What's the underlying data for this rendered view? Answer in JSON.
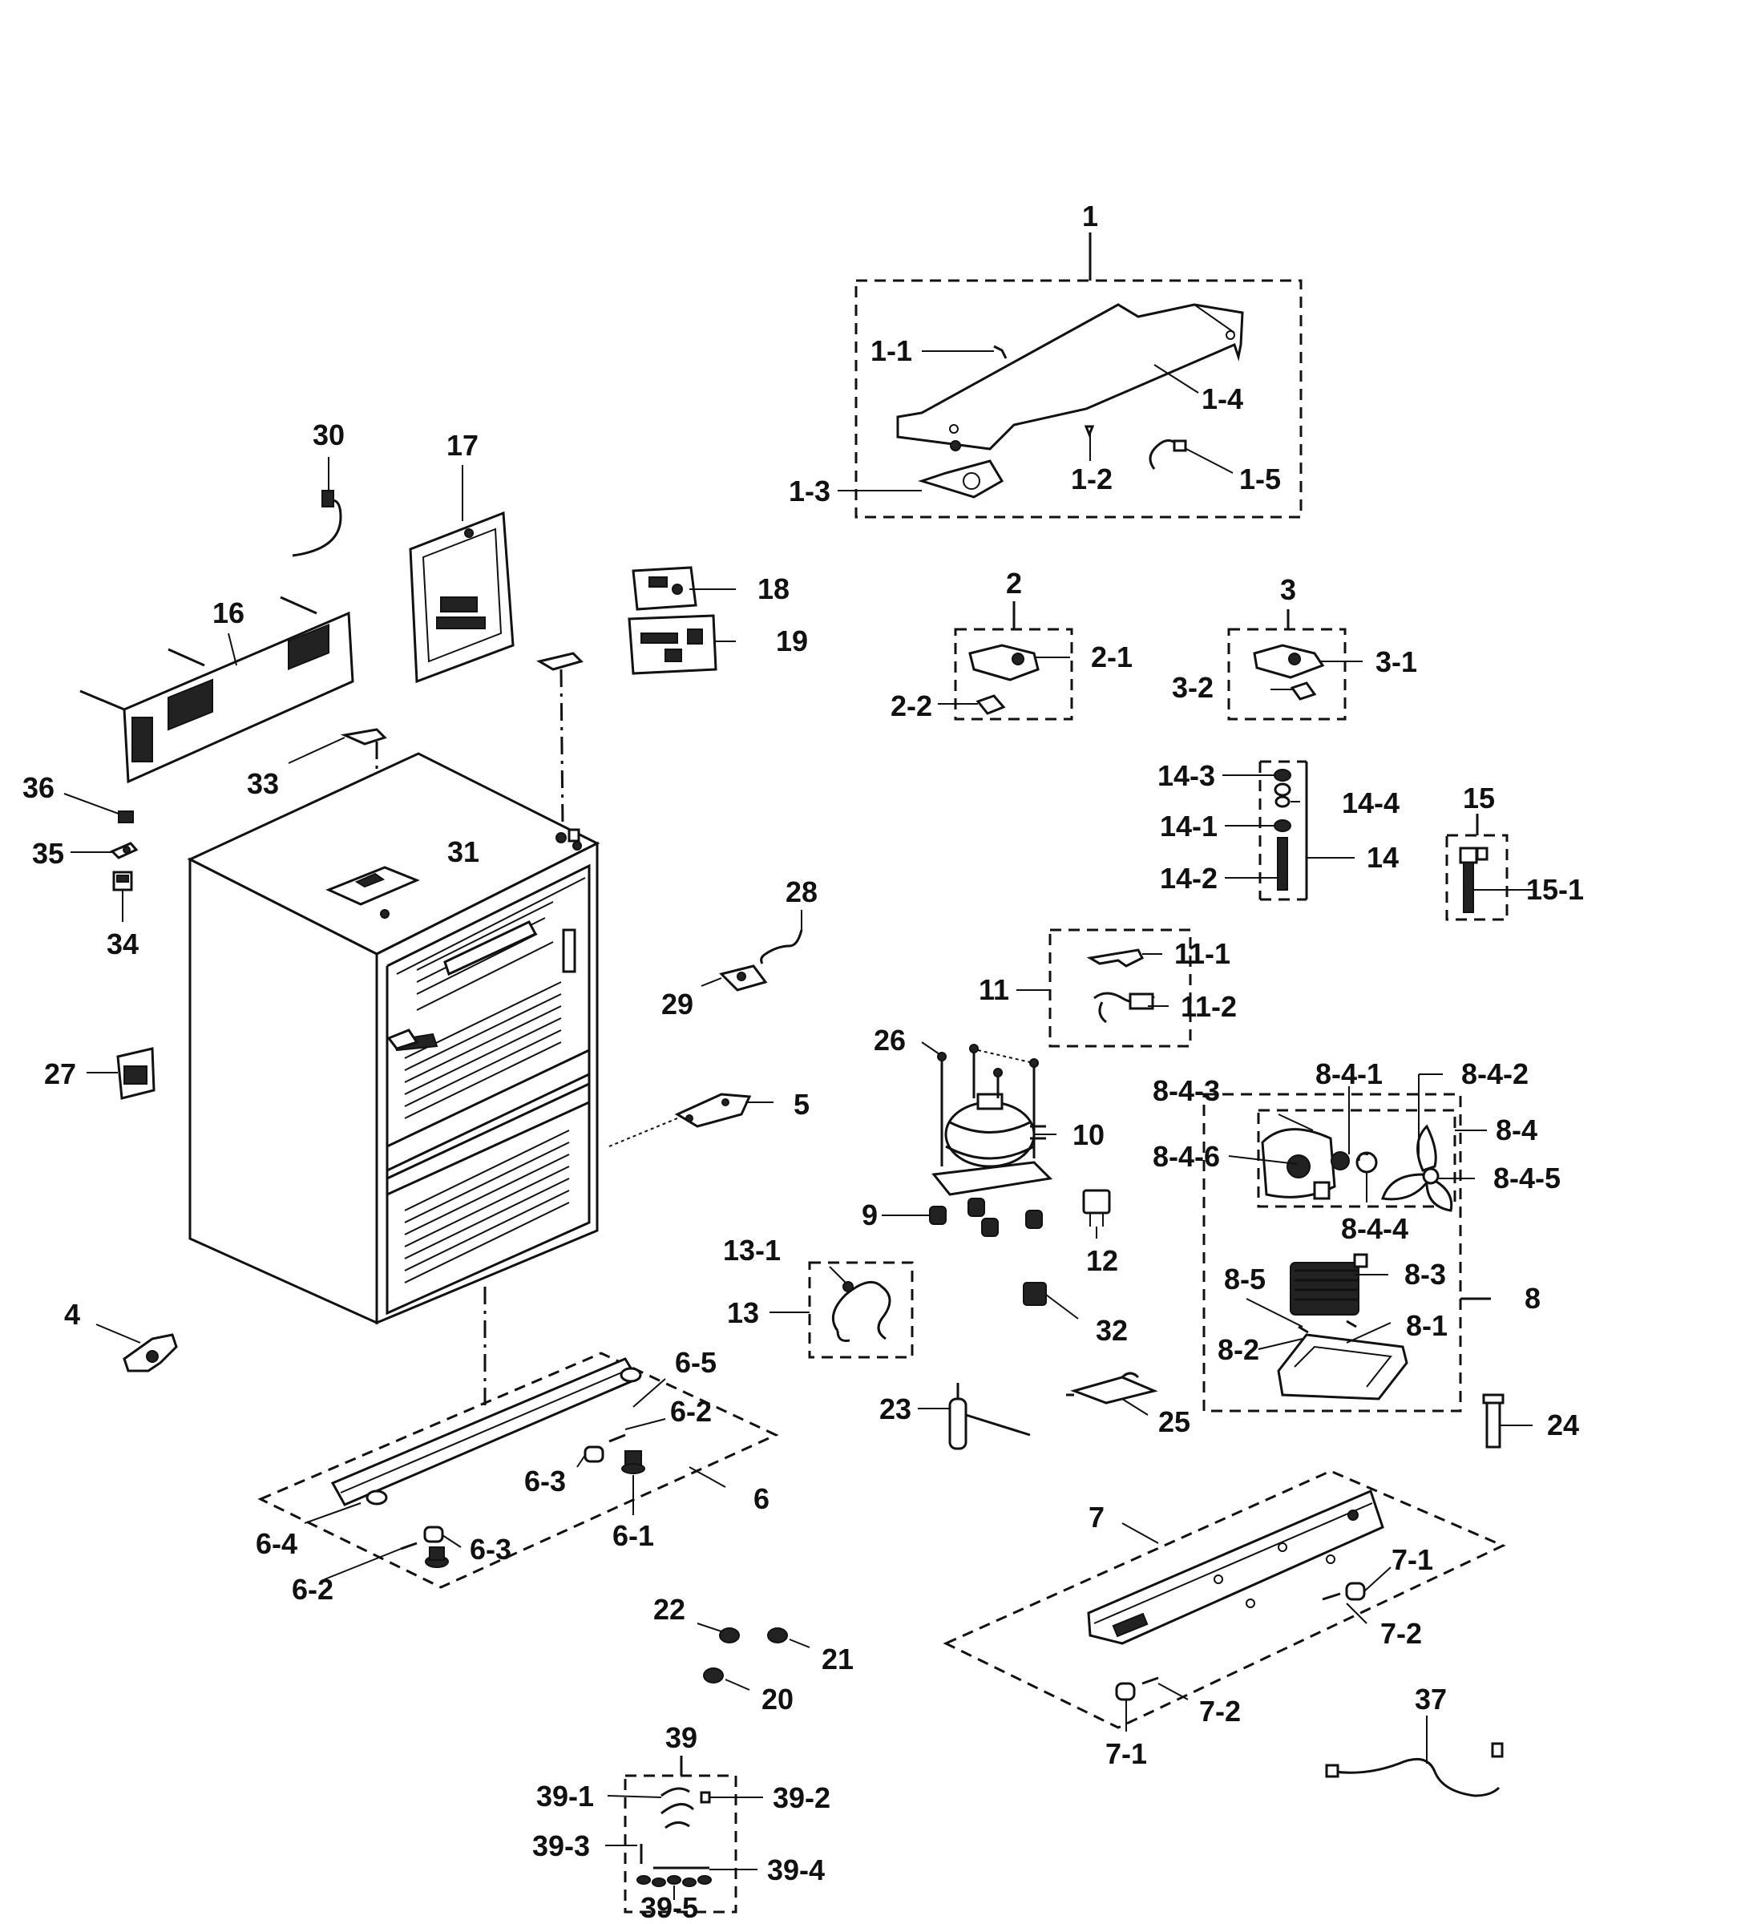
{
  "diagram": {
    "labels": {
      "l1": "1",
      "l1_1": "1-1",
      "l1_2": "1-2",
      "l1_3": "1-3",
      "l1_4": "1-4",
      "l1_5": "1-5",
      "l2": "2",
      "l2_1": "2-1",
      "l2_2": "2-2",
      "l3": "3",
      "l3_1": "3-1",
      "l3_2": "3-2",
      "l4": "4",
      "l5": "5",
      "l6": "6",
      "l6_1": "6-1",
      "l6_2a": "6-2",
      "l6_2b": "6-2",
      "l6_3a": "6-3",
      "l6_3b": "6-3",
      "l6_4": "6-4",
      "l6_5": "6-5",
      "l7": "7",
      "l7_1a": "7-1",
      "l7_1b": "7-1",
      "l7_2a": "7-2",
      "l7_2b": "7-2",
      "l8": "8",
      "l8_1": "8-1",
      "l8_2": "8-2",
      "l8_3": "8-3",
      "l8_4": "8-4",
      "l8_5": "8-5",
      "l8_4_1": "8-4-1",
      "l8_4_2": "8-4-2",
      "l8_4_3": "8-4-3",
      "l8_4_4": "8-4-4",
      "l8_4_5": "8-4-5",
      "l8_4_6": "8-4-6",
      "l9": "9",
      "l10": "10",
      "l11": "11",
      "l11_1": "11-1",
      "l11_2": "11-2",
      "l12": "12",
      "l13": "13",
      "l13_1": "13-1",
      "l14": "14",
      "l14_1": "14-1",
      "l14_2": "14-2",
      "l14_3": "14-3",
      "l14_4": "14-4",
      "l15": "15",
      "l15_1": "15-1",
      "l16": "16",
      "l17": "17",
      "l18": "18",
      "l19": "19",
      "l20": "20",
      "l21": "21",
      "l22": "22",
      "l23": "23",
      "l24": "24",
      "l25": "25",
      "l26": "26",
      "l27": "27",
      "l28": "28",
      "l29": "29",
      "l30": "30",
      "l31": "31",
      "l32": "32",
      "l33": "33",
      "l34": "34",
      "l35": "35",
      "l36": "36",
      "l37": "37",
      "l39": "39",
      "l39_1": "39-1",
      "l39_2": "39-2",
      "l39_3": "39-3",
      "l39_4": "39-4",
      "l39_5": "39-5"
    }
  }
}
